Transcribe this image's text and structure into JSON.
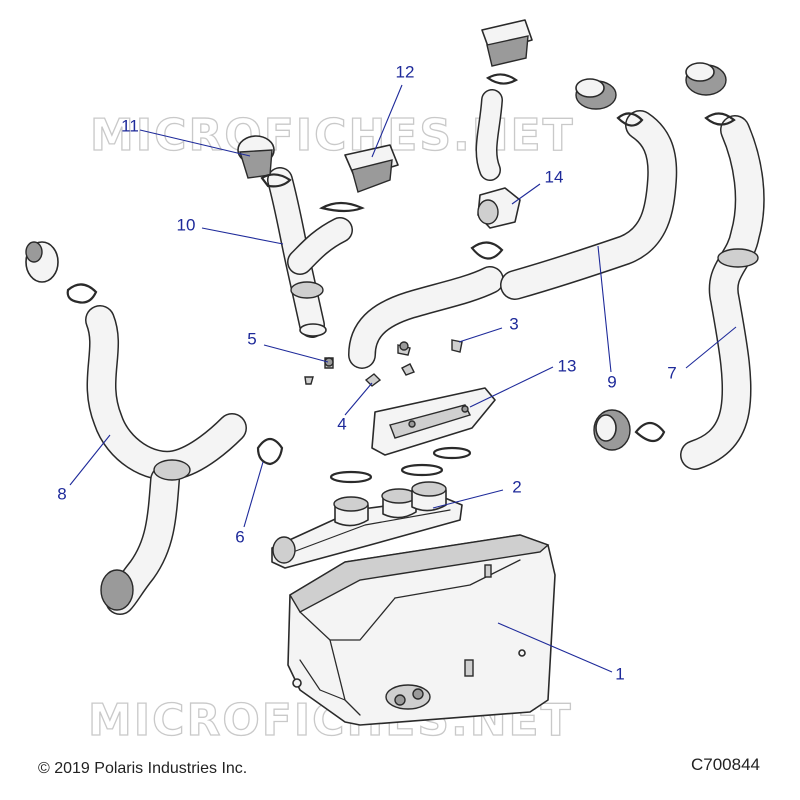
{
  "watermark": "MICROFICHES.NET",
  "callouts": [
    {
      "id": "1",
      "label": "1"
    },
    {
      "id": "2",
      "label": "2"
    },
    {
      "id": "3",
      "label": "3"
    },
    {
      "id": "4",
      "label": "4"
    },
    {
      "id": "5",
      "label": "5"
    },
    {
      "id": "6",
      "label": "6"
    },
    {
      "id": "7",
      "label": "7"
    },
    {
      "id": "8",
      "label": "8"
    },
    {
      "id": "9",
      "label": "9"
    },
    {
      "id": "10",
      "label": "10"
    },
    {
      "id": "11",
      "label": "11"
    },
    {
      "id": "12",
      "label": "12"
    },
    {
      "id": "13",
      "label": "13"
    },
    {
      "id": "14",
      "label": "14"
    }
  ],
  "footer": {
    "copyright": "© 2019 Polaris Industries Inc.",
    "drawing_id": "C700844"
  },
  "colors": {
    "callout": "#1e2a9a",
    "watermark": "#c9c9c9",
    "line": "#2a2a2a"
  }
}
